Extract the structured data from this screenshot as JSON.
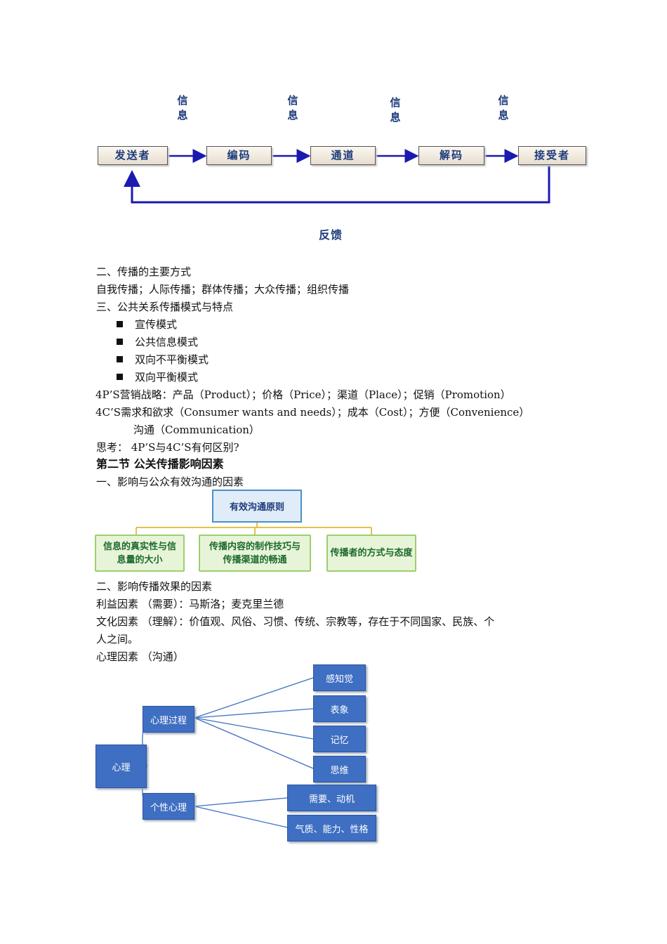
{
  "flow_diagram": {
    "info_label": "信息",
    "nodes": [
      "发送者",
      "编码",
      "通道",
      "解码",
      "接受者"
    ],
    "feedback": "反馈",
    "line_color": "#1a1ab0"
  },
  "text": {
    "sec2_title": "二、传播的主要方式",
    "sec2_body": "自我传播；人际传播；群体传播；大众传播；组织传播",
    "sec3_title": "三、公共关系传播模式与特点",
    "bullets": [
      "宣传模式",
      "公共信息模式",
      "双向不平衡模式",
      "双向平衡模式"
    ],
    "p4": "4P’S营销战略：产品（Product）；价格（Price）；渠道（Place）；促销（Promotion）",
    "p4c_line1": "4C’S需求和欲求（Consumer wants and needs）；成本（Cost）；方便（Convenience）",
    "p4c_line2": "沟通（Communication）",
    "think": "思考： 4P’S与4C’S有何区别?",
    "section_heading": "第二节 公关传播影响因素",
    "sub1": "一、影响与公众有效沟通的因素",
    "sub2": "二、影响传播效果的因素",
    "factor1": "利益因素 （需要）：马斯洛；麦克里兰德",
    "factor2_line1": "文化因素 （理解）：价值观、风俗、习惯、传统、宗教等，存在于不同国家、民族、个",
    "factor2_line2": "人之间。",
    "factor3": "心理因素 （沟通）"
  },
  "comm_diagram": {
    "root": "有效沟通原则",
    "children": [
      [
        "信息的真实性与信",
        "息量的大小"
      ],
      [
        "传播内容的制作技巧与",
        "传播渠道的畅通"
      ],
      [
        "传播者的方式与态度"
      ]
    ]
  },
  "mind_map": {
    "root": "心理",
    "branch1": "心理过程",
    "branch1_items": [
      "感知觉",
      "表象",
      "记忆",
      "思维"
    ],
    "branch2": "个性心理",
    "branch2_items": [
      "需要、动机",
      "气质、能力、性格"
    ]
  }
}
